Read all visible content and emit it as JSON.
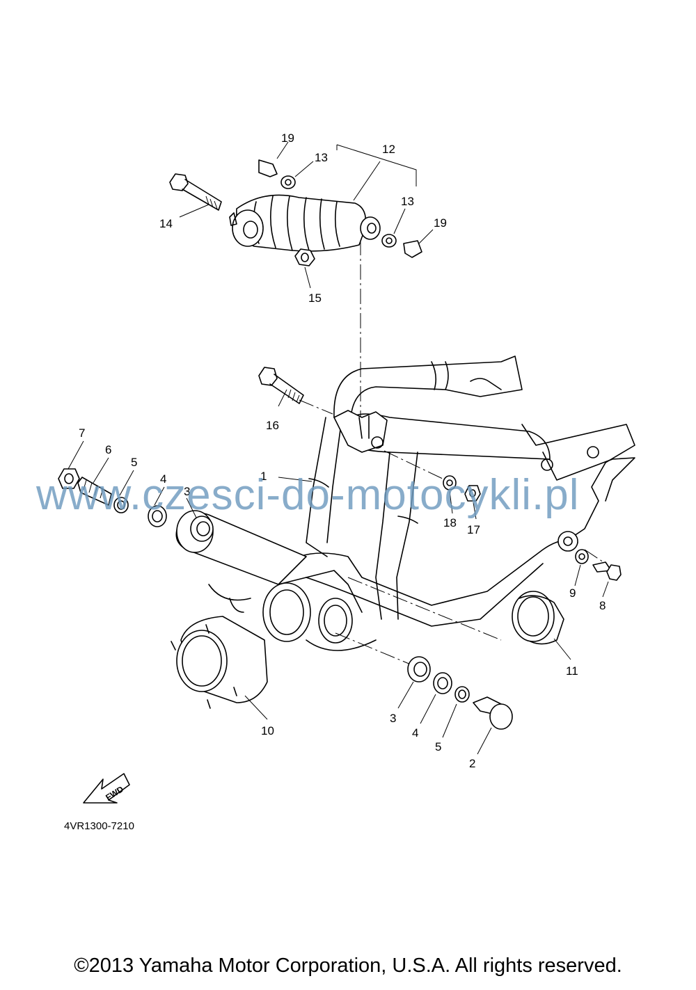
{
  "diagram": {
    "part_labels": [
      "1",
      "2",
      "3",
      "3",
      "4",
      "4",
      "5",
      "5",
      "6",
      "7",
      "8",
      "9",
      "10",
      "11",
      "12",
      "13",
      "13",
      "14",
      "15",
      "16",
      "17",
      "18",
      "19",
      "19"
    ],
    "diagram_code": "4VR1300-7210",
    "fwd_label": "FWD",
    "watermark": "www.czesci-do-motocykli.pl",
    "copyright": "©2013 Yamaha Motor Corporation, U.S.A. All rights reserved."
  }
}
